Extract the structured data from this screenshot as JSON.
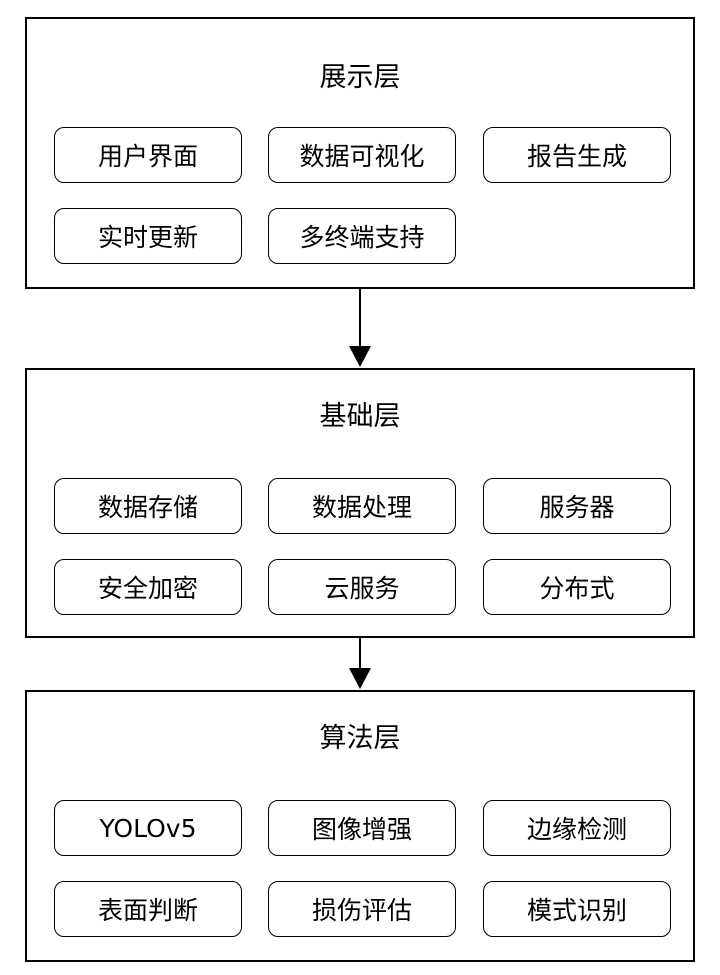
{
  "layers": [
    {
      "title": "展示层",
      "items": [
        "用户界面",
        "数据可视化",
        "报告生成",
        "实时更新",
        "多终端支持"
      ]
    },
    {
      "title": "基础层",
      "items": [
        "数据存储",
        "数据处理",
        "服务器",
        "安全加密",
        "云服务",
        "分布式"
      ]
    },
    {
      "title": "算法层",
      "items": [
        "YOLOv5",
        "图像增强",
        "边缘检测",
        "表面判断",
        "损伤评估",
        "模式识别"
      ]
    }
  ]
}
